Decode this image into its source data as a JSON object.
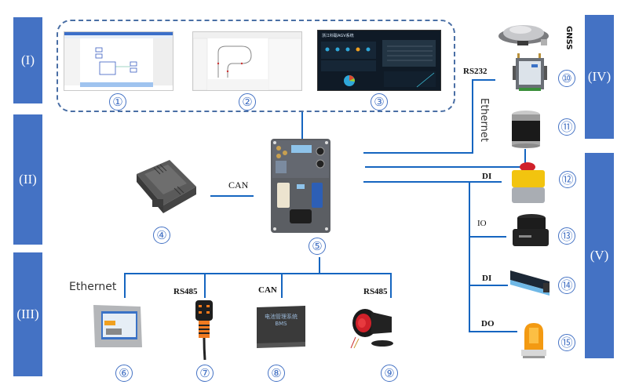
{
  "sections": [
    {
      "id": "I",
      "label": "(I)"
    },
    {
      "id": "II",
      "label": "(II)"
    },
    {
      "id": "III",
      "label": "(III)"
    },
    {
      "id": "IV",
      "label": "(IV)"
    },
    {
      "id": "V",
      "label": "(V)"
    }
  ],
  "software_group": {
    "items": [
      {
        "number": "①",
        "name": "logic-programming-software"
      },
      {
        "number": "②",
        "name": "path-planning-software"
      },
      {
        "number": "③",
        "name": "agv-dashboard",
        "dashboard_title": "浙江科聪AGV系统"
      }
    ]
  },
  "controller": {
    "number": "⑤",
    "name": "agv-controller"
  },
  "devices": [
    {
      "number": "④",
      "name": "motor-driver",
      "protocol": "CAN"
    },
    {
      "number": "⑥",
      "name": "hmi-touchscreen",
      "protocol": "Ethernet"
    },
    {
      "number": "⑦",
      "name": "handheld-remote",
      "protocol": "RS485"
    },
    {
      "number": "⑧",
      "name": "battery-management-system",
      "protocol": "CAN",
      "label_line1": "电池管理系统",
      "label_line2": "BMS"
    },
    {
      "number": "⑨",
      "name": "alarm-speaker",
      "protocol": "RS485"
    },
    {
      "number": "⑩",
      "name": "gnss-receiver",
      "protocol": "RS232",
      "antenna_label": "GNSS"
    },
    {
      "number": "⑪",
      "name": "lidar-sensor",
      "protocol": "Ethernet"
    },
    {
      "number": "⑫",
      "name": "emergency-stop-button",
      "protocol": "DI"
    },
    {
      "number": "⑬",
      "name": "safety-laser-scanner",
      "protocol": "IO"
    },
    {
      "number": "⑭",
      "name": "bumper-sensor",
      "protocol": "DI"
    },
    {
      "number": "⑮",
      "name": "warning-light",
      "protocol": "DO"
    }
  ],
  "colors": {
    "section_bar": "#4472c4",
    "line": "#1565c0",
    "number": "#4472c4"
  }
}
